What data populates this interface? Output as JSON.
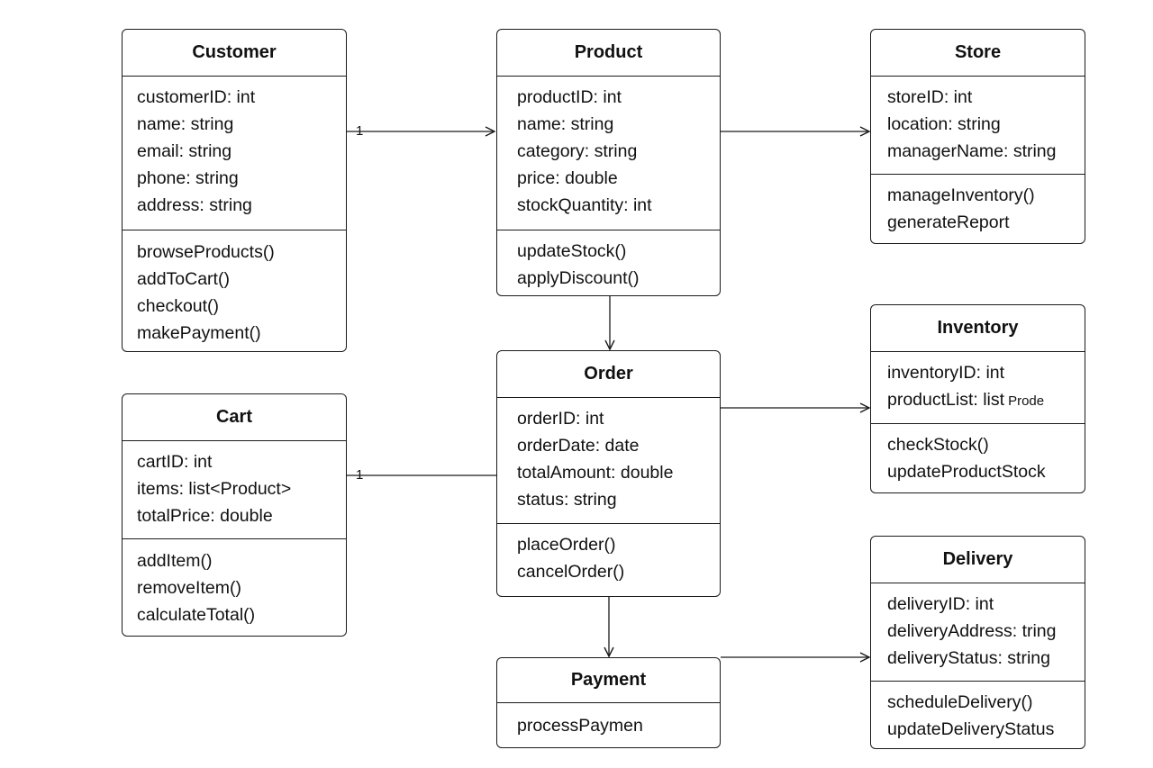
{
  "classes": {
    "customer": {
      "name": "Customer",
      "attributes": [
        "customerID: int",
        "name: string",
        "email: string",
        "phone: string",
        "address: string"
      ],
      "methods": [
        "browseProducts()",
        "addToCart()",
        "checkout()",
        "makePayment()"
      ]
    },
    "product": {
      "name": "Product",
      "attributes": [
        "productID: int",
        "name: string",
        "category: string",
        "price: double",
        "stockQuantity: int"
      ],
      "methods": [
        "updateStock()",
        "applyDiscount()"
      ]
    },
    "store": {
      "name": "Store",
      "attributes": [
        "storeID: int",
        "location: string",
        "managerName: string"
      ],
      "methods": [
        "manageInventory()",
        "generateReport"
      ]
    },
    "cart": {
      "name": "Cart",
      "attributes": [
        "cartID: int",
        "items: list<Product>",
        "totalPrice: double"
      ],
      "methods": [
        "addItem()",
        "removeItem()",
        "calculateTotal()"
      ]
    },
    "order": {
      "name": "Order",
      "attributes": [
        "orderID: int",
        "orderDate: date",
        "totalAmount: double",
        "status: string"
      ],
      "methods": [
        "placeOrder()",
        "cancelOrder()"
      ]
    },
    "inventory": {
      "name": "Inventory",
      "attributes": [
        "inventoryID: int",
        "productList: list"
      ],
      "attribute_suffix": "Prode",
      "methods": [
        "checkStock()",
        "updateProductStock"
      ]
    },
    "payment": {
      "name": "Payment",
      "methods": [
        "processPaymen"
      ]
    },
    "delivery": {
      "name": "Delivery",
      "attributes": [
        "deliveryID: int",
        "deliveryAddress: tring",
        "deliveryStatus: string"
      ],
      "methods": [
        "scheduleDelivery()",
        "updateDeliveryStatus"
      ]
    }
  },
  "multiplicities": {
    "customer_product": "1",
    "cart_order": "1"
  }
}
